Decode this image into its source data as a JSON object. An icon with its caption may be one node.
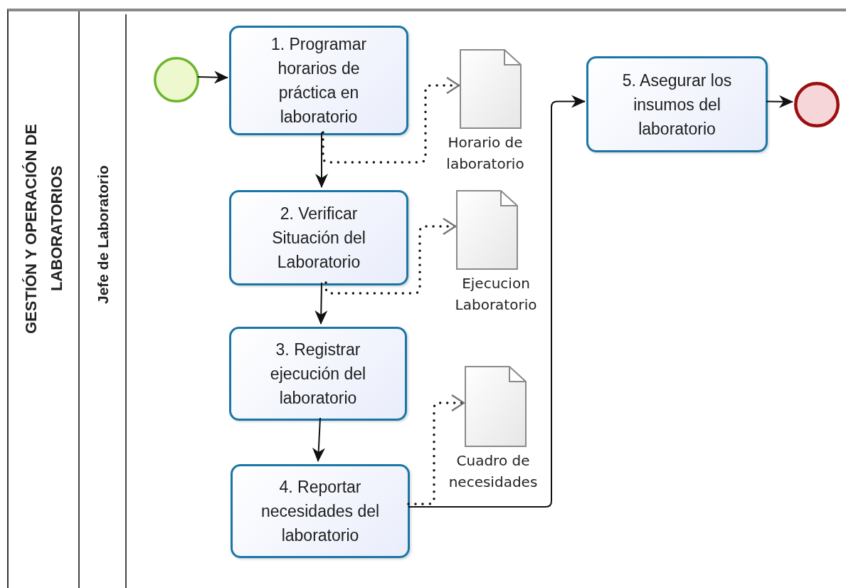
{
  "diagram": {
    "nodes": [
      {
        "text": [
          "GESTIÓN Y OPERACIÓN DE LABORATORIOS"
        ]
      },
      {
        "text": [
          "Jefe de Laboratorio"
        ],
        "in": 0
      },
      {
        "text": [],
        "shape": "circle",
        "in": 1
      },
      {
        "text": [
          "1. Programar horarios de práctica en laboratorio"
        ],
        "in": 1
      },
      {
        "text": [
          "2. Verificar Situación del Laboratorio"
        ],
        "in": 1
      },
      {
        "text": [
          "3. Registrar ejecución del laboratorio"
        ],
        "in": 1
      },
      {
        "text": [
          "4. Reportar necesidades del laboratorio"
        ],
        "in": 1
      },
      {
        "text": [
          "5. Asegurar los insumos del laboratorio"
        ],
        "in": 1
      },
      {
        "text": [],
        "shape": "circle",
        "in": 1
      },
      {
        "text": [
          "Horario de laboratorio"
        ],
        "in": 1
      },
      {
        "text": [
          "Ejecucion Laboratorio"
        ],
        "in": 1
      },
      {
        "text": [
          "Cuadro de necesidades"
        ],
        "in": 1
      }
    ],
    "edges": [
      {
        "from": 2,
        "to": 3,
        "arrow": "to"
      },
      {
        "from": 3,
        "to": 4,
        "arrow": "to"
      },
      {
        "from": 4,
        "to": 5,
        "arrow": "to"
      },
      {
        "from": 5,
        "to": 6,
        "arrow": "to"
      },
      {
        "from": 6,
        "to": 7,
        "arrow": "to"
      },
      {
        "from": 7,
        "to": 8,
        "arrow": "to"
      },
      {
        "from": 3,
        "to": 9,
        "arrow": "to",
        "style": "dashed"
      },
      {
        "from": 4,
        "to": 10,
        "arrow": "to",
        "style": "dashed"
      },
      {
        "from": 6,
        "to": 11,
        "arrow": "to",
        "style": "dashed"
      }
    ]
  }
}
